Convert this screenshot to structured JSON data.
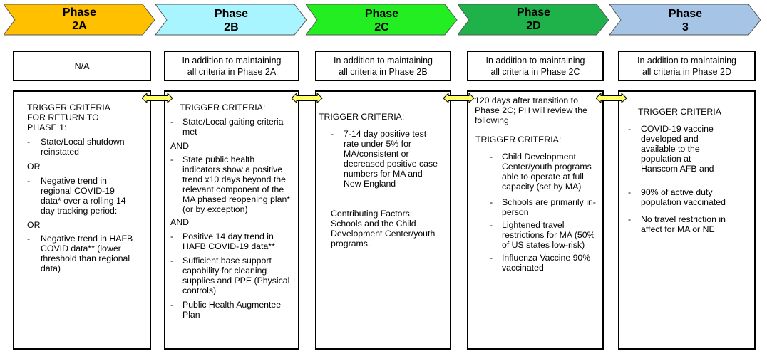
{
  "colors": {
    "phase_2a": "#FFC000",
    "phase_2b": "#A9F5FF",
    "phase_2c": "#22EE22",
    "phase_2d": "#1FB24A",
    "phase_3": "#A5C4E6",
    "connector": "#FFFF66"
  },
  "phases": [
    {
      "line1": "Phase",
      "line2": "2A"
    },
    {
      "line1": "Phase",
      "line2": "2B"
    },
    {
      "line1": "Phase",
      "line2": "2C"
    },
    {
      "line1": "Phase",
      "line2": "2D"
    },
    {
      "line1": "Phase",
      "line2": "3"
    }
  ],
  "subheaders": [
    {
      "line1": "N/A",
      "line2": ""
    },
    {
      "line1": "In addition to maintaining",
      "line2": "all criteria in Phase 2A"
    },
    {
      "line1": "In addition to maintaining",
      "line2": "all criteria in Phase 2B"
    },
    {
      "line1": "In addition to maintaining",
      "line2": "all criteria in Phase 2C"
    },
    {
      "line1": "In addition to maintaining",
      "line2": "all criteria in Phase 2D"
    }
  ],
  "col_2a": {
    "heading": [
      "TRIGGER CRITERIA",
      "FOR RETURN TO",
      "PHASE 1:"
    ],
    "item1": [
      "State/Local shutdown",
      "reinstated"
    ],
    "or1": "OR",
    "item2": [
      "Negative trend in",
      "regional COVID-19",
      "data* over a rolling 14",
      "day tracking period:"
    ],
    "or2": "OR",
    "item3": [
      "Negative trend in HAFB",
      "COVID data** (lower",
      "threshold than regional",
      "data)"
    ]
  },
  "col_2b": {
    "heading": "TRIGGER CRITERIA:",
    "item1": [
      "State/Local gaiting criteria",
      "met"
    ],
    "and1": "AND",
    "item2": [
      "State public health",
      "indicators show a positive",
      "trend x10 days beyond the",
      "relevant component of the",
      "MA phased reopening plan*",
      "(or by exception)"
    ],
    "and2": "AND",
    "item3": [
      "Positive 14 day trend in",
      "HAFB COVID-19 data**"
    ],
    "item4": [
      "Sufficient base support",
      "capability for cleaning",
      "supplies and PPE (Physical",
      "controls)"
    ],
    "item5": [
      "Public Health Augmentee",
      "Plan"
    ]
  },
  "col_2c": {
    "heading": "TRIGGER CRITERIA:",
    "item1": [
      "7-14 day positive test",
      "rate under 5% for",
      "MA/consistent or",
      "decreased positive case",
      "numbers for MA and",
      "New England"
    ],
    "factors": [
      "Contributing Factors:",
      "Schools and the Child",
      "Development Center/youth",
      "programs."
    ]
  },
  "col_2d": {
    "intro": [
      "120 days after transition to",
      "Phase 2C; PH will review the",
      "following"
    ],
    "heading": "TRIGGER CRITERIA:",
    "item1": [
      "Child Development",
      "Center/youth programs",
      "able to operate at full",
      "capacity (set by MA)"
    ],
    "item2": [
      "Schools are primarily in-",
      "person"
    ],
    "item3": [
      "Lightened travel",
      "restrictions for MA (50%",
      "of US states low-risk)"
    ],
    "item4": [
      "Influenza Vaccine 90%",
      "vaccinated"
    ]
  },
  "col_3": {
    "heading": "TRIGGER CRITERIA",
    "item1": [
      "COVID-19 vaccine",
      "developed and",
      "available to the",
      "population at",
      "Hanscom AFB and"
    ],
    "item2": [
      "90% of active duty",
      "population vaccinated"
    ],
    "item3": [
      "No travel restriction in",
      "affect for MA or NE"
    ]
  }
}
